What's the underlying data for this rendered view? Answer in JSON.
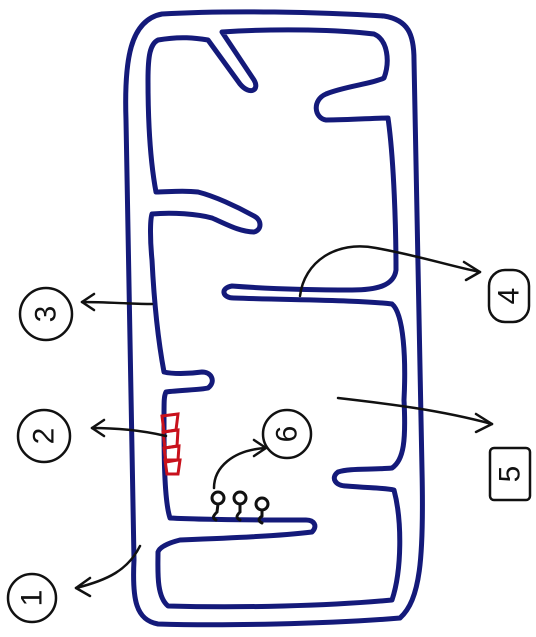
{
  "colors": {
    "membrane": "#141a7a",
    "ink": "#111111",
    "particle": "#c8111c",
    "background": "#ffffff"
  },
  "labels": [
    {
      "id": "1",
      "text": "1",
      "enclosure": "circle"
    },
    {
      "id": "2",
      "text": "2",
      "enclosure": "circle"
    },
    {
      "id": "3",
      "text": "3",
      "enclosure": "circle"
    },
    {
      "id": "4",
      "text": "4",
      "enclosure": "rounded-box"
    },
    {
      "id": "5",
      "text": "5",
      "enclosure": "box"
    },
    {
      "id": "6",
      "text": "6",
      "enclosure": "circle"
    }
  ],
  "features": {
    "particle_count": 4,
    "knob_count": 3,
    "arrow_count": 6
  }
}
